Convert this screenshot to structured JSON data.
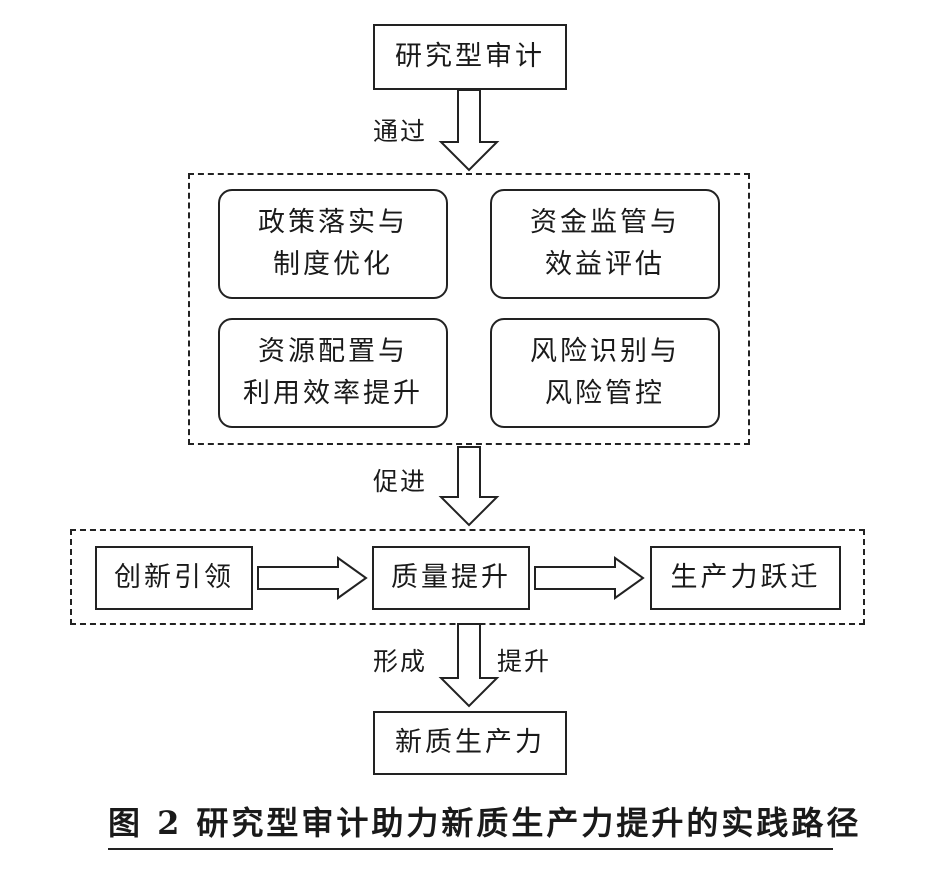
{
  "nodes": {
    "top": "研究型审计",
    "box1_line1": "政策落实与",
    "box1_line2": "制度优化",
    "box2_line1": "资金监管与",
    "box2_line2": "效益评估",
    "box3_line1": "资源配置与",
    "box3_line2": "利用效率提升",
    "box4_line1": "风险识别与",
    "box4_line2": "风险管控",
    "chain1": "创新引领",
    "chain2": "质量提升",
    "chain3": "生产力跃迁",
    "bottom": "新质生产力"
  },
  "edge_labels": {
    "through": "通过",
    "promote": "促进",
    "form": "形成",
    "enhance": "提升"
  },
  "caption": {
    "figure_no": "图 2",
    "title": "研究型审计助力新质生产力提升的实践路径"
  }
}
